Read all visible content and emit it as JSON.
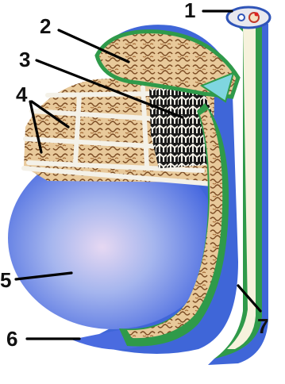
{
  "labels": {
    "l1": "1",
    "l2": "2",
    "l3": "3",
    "l4": "4",
    "l5": "5",
    "l6": "6",
    "l7": "7"
  },
  "colors": {
    "testis_blue": "#3f66d8",
    "light_blue": "#b9cdf5",
    "tunic": "#2f54b8",
    "green_duct": "#2f9a4a",
    "tubule": "#d8a96a",
    "tubule_dark": "#7a4a22",
    "septum": "#f2f0ea",
    "rete_bg": "#1b1b1b",
    "vas_core": "#f6f2dc"
  }
}
